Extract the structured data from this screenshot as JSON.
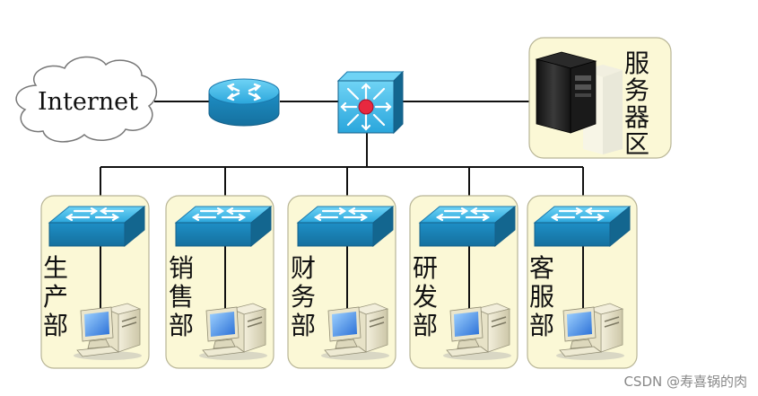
{
  "internet": {
    "label": "Internet"
  },
  "server_zone": {
    "label_chars": [
      "服",
      "务",
      "器",
      "区"
    ]
  },
  "departments": [
    {
      "chars": [
        "生",
        "产",
        "部"
      ]
    },
    {
      "chars": [
        "销",
        "售",
        "部"
      ]
    },
    {
      "chars": [
        "财",
        "务",
        "部"
      ]
    },
    {
      "chars": [
        "研",
        "发",
        "部"
      ]
    },
    {
      "chars": [
        "客",
        "服",
        "部"
      ]
    }
  ],
  "watermark": "CSDN @寿喜锅的肉",
  "colors": {
    "panel_fill": "#fbf8d6",
    "device_blue": "#1f8fc9",
    "device_blue_light": "#4ec3ee",
    "device_blue_dark": "#156f9f",
    "core_red": "#e8283f"
  }
}
